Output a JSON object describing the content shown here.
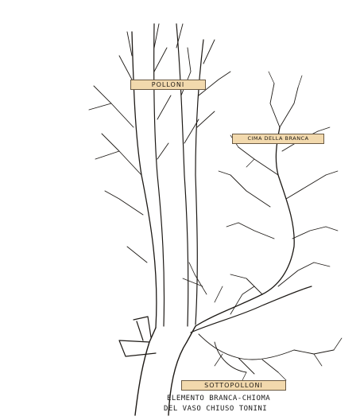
{
  "labels": {
    "polloni": "POLLONI",
    "cima_della_branca": "CIMA DELLA BRANCA",
    "sottopolloni": "SOTTOPOLLONI"
  },
  "caption": {
    "line1": "ELEMENTO BRANCA-CHIOMA",
    "line2": "DEL VASO CHIUSO TONINI"
  },
  "colors": {
    "label_fill": "#f2d9ad",
    "ink": "#1f1a14",
    "background": "#ffffff"
  }
}
